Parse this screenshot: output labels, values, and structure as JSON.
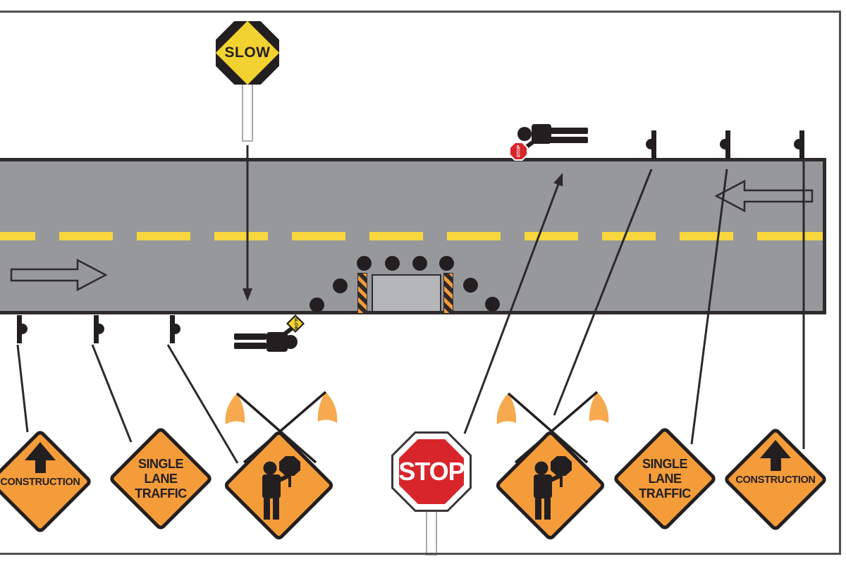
{
  "scene": {
    "name": "flagger-work-zone-traffic-control-diagram",
    "description": "Plan view of two-way road with one lane closed; flaggers with STOP/SLOW paddles and advance warning signs on both approaches"
  },
  "paddles": {
    "slow": "SLOW",
    "stop": "STOP"
  },
  "signs": {
    "construction": "CONSTRUCTION",
    "single_lane": {
      "line1": "SINGLE",
      "line2": "LANE",
      "line3": "TRAFFIC"
    }
  },
  "colors": {
    "sign_orange": "#F49C3A",
    "flag_orange": "#F6A94E",
    "paddle_yellow": "#F2D230",
    "stop_red": "#D8252C",
    "road_gray": "#97989B",
    "centerline_yellow": "#F8D73E",
    "work_area_gray": "#B4B6B9",
    "outline_black": "#2D292A",
    "frame_gray": "#4F4F4F"
  }
}
